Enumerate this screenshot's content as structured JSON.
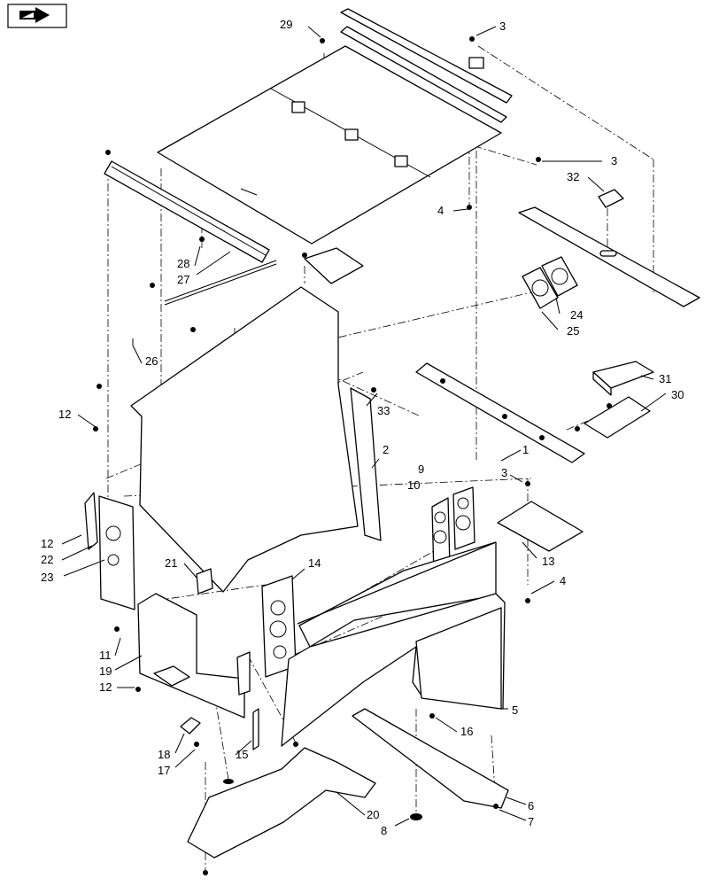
{
  "labels": {
    "l1": "1",
    "l2": "2",
    "l3a": "3",
    "l3b": "3",
    "l3c": "3",
    "l4a": "4",
    "l4b": "4",
    "l5": "5",
    "l6": "6",
    "l7": "7",
    "l8": "8",
    "l9": "9",
    "l10": "10",
    "l11": "11",
    "l12a": "12",
    "l12b": "12",
    "l12c": "12",
    "l13": "13",
    "l14": "14",
    "l15": "15",
    "l16": "16",
    "l17": "17",
    "l18": "18",
    "l19": "19",
    "l20": "20",
    "l21": "21",
    "l22": "22",
    "l23": "23",
    "l24": "24",
    "l25": "25",
    "l26": "26",
    "l27": "27",
    "l28": "28",
    "l29": "29",
    "l30": "30",
    "l31": "31",
    "l32": "32",
    "l33": "33"
  },
  "icons": {
    "nav": "next-page-arrow-icon"
  }
}
